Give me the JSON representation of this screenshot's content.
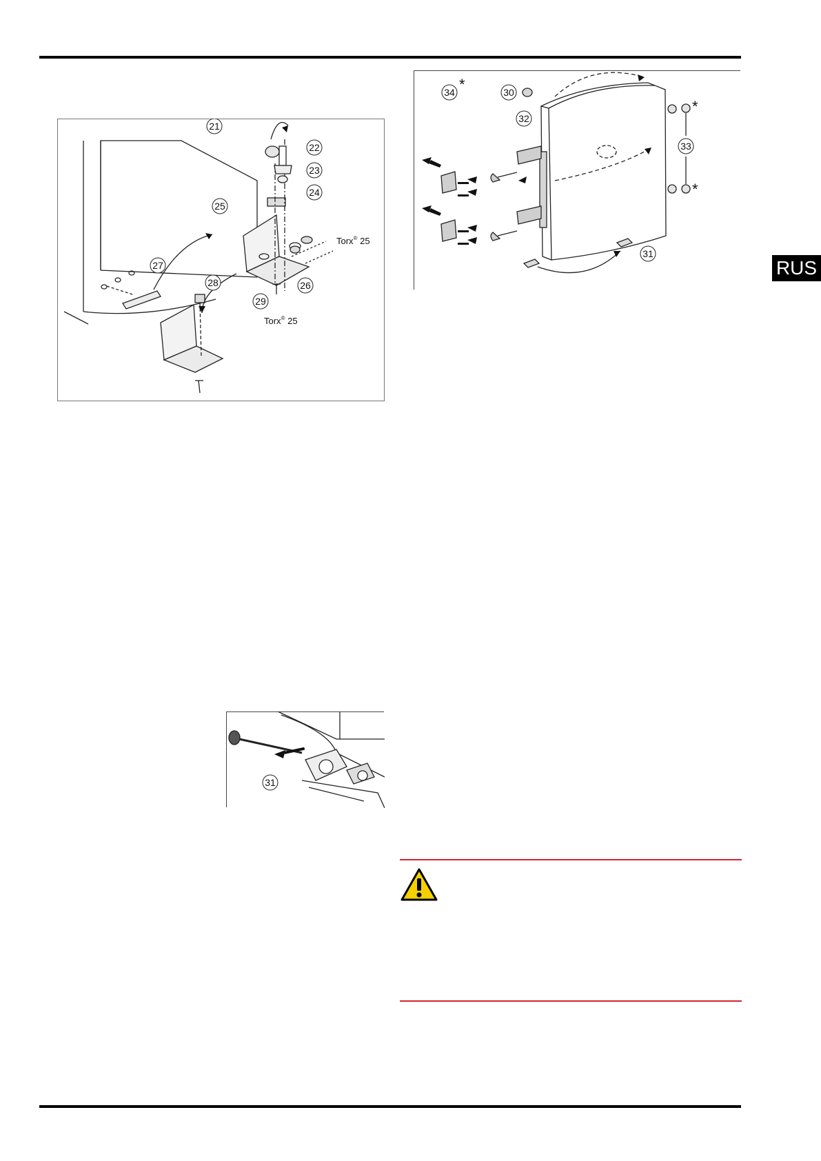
{
  "section_tab": "RUS",
  "figures": {
    "bottom_hinge": {
      "callouts": [
        "21",
        "22",
        "23",
        "24",
        "25",
        "26",
        "27",
        "28",
        "29"
      ],
      "torx_label": "Torx",
      "torx_reg": "®",
      "torx_size": "25"
    },
    "door": {
      "callouts": [
        "30",
        "31",
        "32",
        "33",
        "34"
      ],
      "asterisk": "*"
    },
    "hinge_detail": {
      "callouts": [
        "31"
      ]
    }
  },
  "colors": {
    "warning_rule": "#d3212e",
    "warning_fill": "#f5d000",
    "tab_bg": "#000000"
  },
  "icons": {
    "warning": "warning-triangle-icon"
  }
}
